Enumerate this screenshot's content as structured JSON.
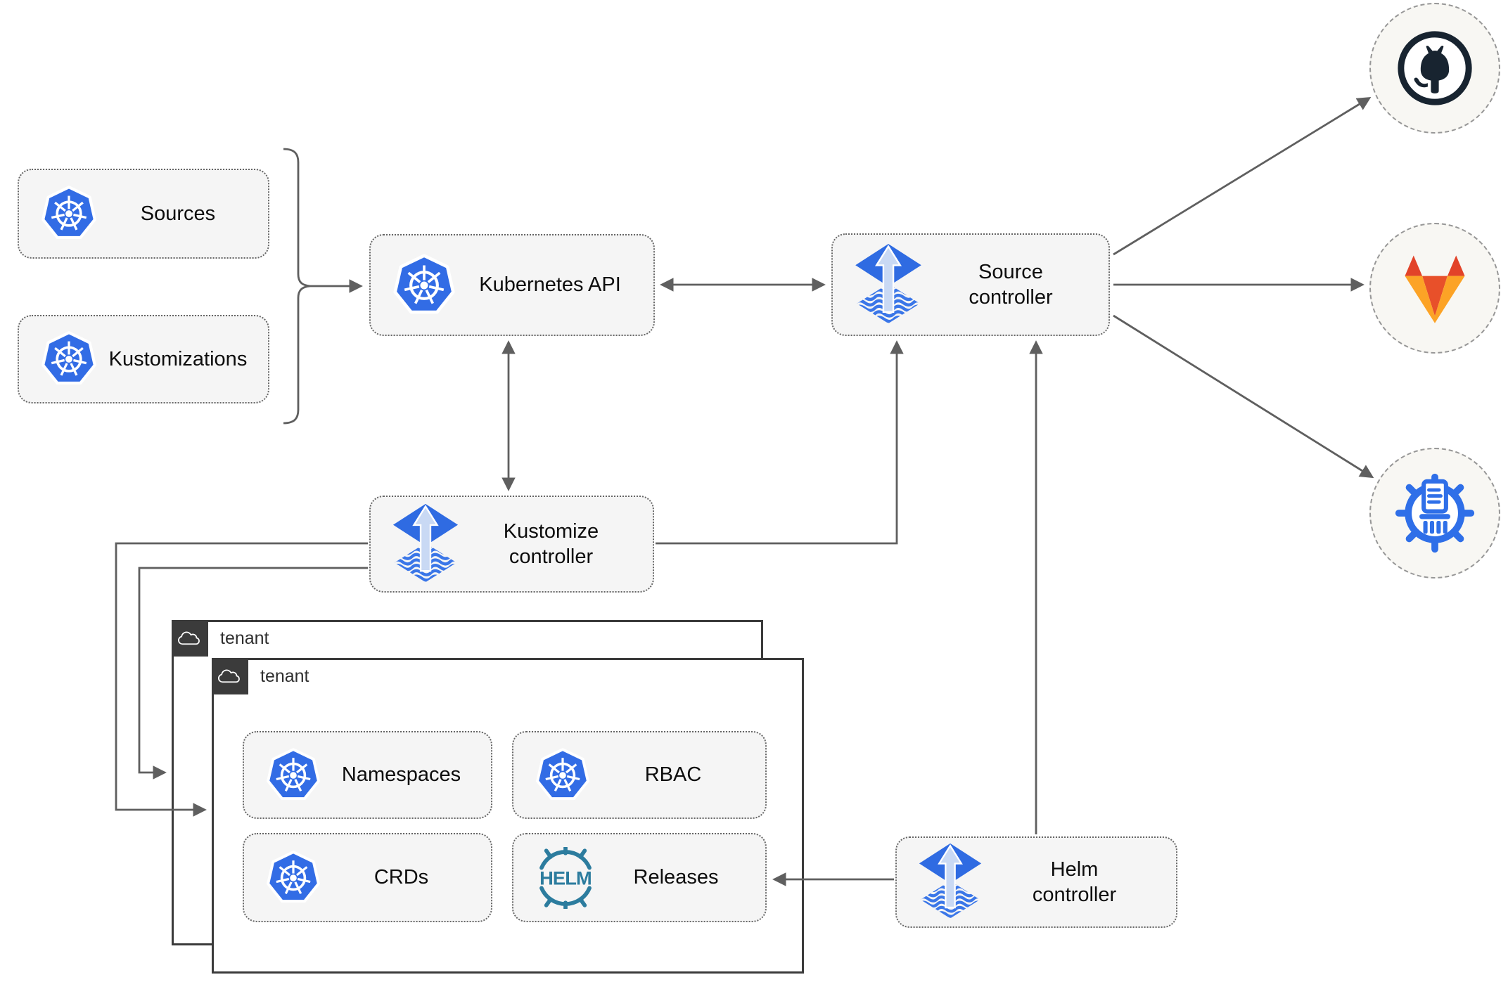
{
  "nodes": {
    "sources": {
      "label": "Sources"
    },
    "kustomizations": {
      "label": "Kustomizations"
    },
    "kubernetes_api": {
      "label": "Kubernetes API"
    },
    "source_controller": {
      "label": "Source\ncontroller"
    },
    "kustomize_controller": {
      "label": "Kustomize\ncontroller"
    },
    "helm_controller": {
      "label": "Helm\ncontroller"
    },
    "namespaces": {
      "label": "Namespaces"
    },
    "rbac": {
      "label": "RBAC"
    },
    "crds": {
      "label": "CRDs"
    },
    "releases": {
      "label": "Releases"
    }
  },
  "tenants": {
    "outer": {
      "label": "tenant"
    },
    "inner": {
      "label": "tenant"
    }
  },
  "endpoints": {
    "github": {
      "name": "github"
    },
    "gitlab": {
      "name": "gitlab"
    },
    "chart_repository": {
      "name": "chart-repository"
    }
  },
  "icons": [
    "kubernetes-icon",
    "flux-icon",
    "helm-icon",
    "cloud-icon",
    "github-icon",
    "gitlab-icon",
    "chart-repository-icon"
  ],
  "colors": {
    "kubernetes_blue": "#326ce5",
    "flux_blue": "#2f6be2",
    "flux_arrow_light": "#c9d9f4",
    "helm_teal": "#2c7c9e",
    "github_dark": "#182430",
    "gitlab_red": "#e24329",
    "gitlab_amber": "#fca326",
    "chart_repo_blue": "#2f6fe8",
    "edge_gray": "#5f5f5f",
    "tenant_border_dark": "#3b3b3b",
    "node_fill": "#f5f5f5"
  }
}
